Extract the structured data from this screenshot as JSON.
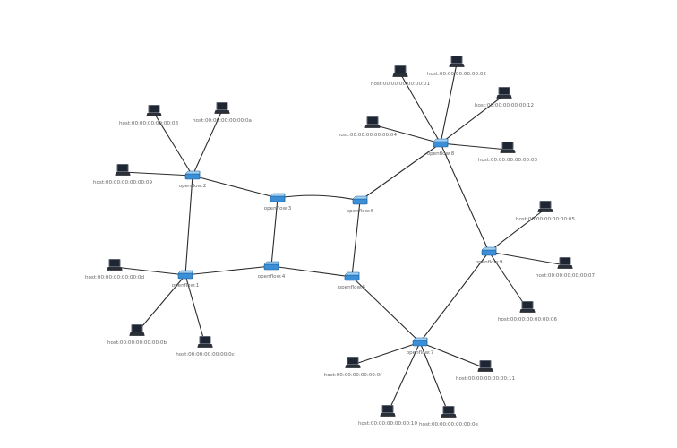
{
  "colors": {
    "link": "#2b2b2b",
    "label": "#666666",
    "switch_top": "#9fd0f3",
    "switch_body": "#3b8fd6",
    "switch_edge": "#1d5f99",
    "host_screen": "#1f2633",
    "host_bezel": "#5d6370",
    "host_base": "#2a2f38"
  },
  "switches": [
    {
      "id": "s2",
      "label": "openflow:2",
      "icon": "switch-icon"
    },
    {
      "id": "s3",
      "label": "openflow:3",
      "icon": "switch-icon"
    },
    {
      "id": "s1",
      "label": "openflow:1",
      "icon": "switch-icon"
    },
    {
      "id": "s4",
      "label": "openflow:4",
      "icon": "switch-icon"
    },
    {
      "id": "s5",
      "label": "openflow:5",
      "icon": "switch-icon"
    },
    {
      "id": "s6",
      "label": "openflow:6",
      "icon": "switch-icon"
    },
    {
      "id": "s7",
      "label": "openflow:7",
      "icon": "switch-icon"
    },
    {
      "id": "s8",
      "label": "openflow:8",
      "icon": "switch-icon"
    },
    {
      "id": "s9",
      "label": "openflow:9",
      "icon": "switch-icon"
    }
  ],
  "hosts": [
    {
      "id": "h08",
      "label": "host:00:00:00:00:00:08",
      "icon": "laptop-icon"
    },
    {
      "id": "h0a",
      "label": "host:00:00:00:00:00:0a",
      "icon": "laptop-icon"
    },
    {
      "id": "h09",
      "label": "host:00:00:00:00:00:09",
      "icon": "laptop-icon"
    },
    {
      "id": "h0d",
      "label": "host:00:00:00:00:00:0d",
      "icon": "laptop-icon"
    },
    {
      "id": "h0b",
      "label": "host:00:00:00:00:00:0b",
      "icon": "laptop-icon"
    },
    {
      "id": "h0c",
      "label": "host:00:00:00:00:00:0c",
      "icon": "laptop-icon"
    },
    {
      "id": "h01",
      "label": "host:00:00:00:00:00:01",
      "icon": "laptop-icon"
    },
    {
      "id": "h02",
      "label": "host:00:00:00:00:00:02",
      "icon": "laptop-icon"
    },
    {
      "id": "h12",
      "label": "host:00:00:00:00:00:12",
      "icon": "laptop-icon"
    },
    {
      "id": "h04",
      "label": "host:00:00:00:00:00:04",
      "icon": "laptop-icon"
    },
    {
      "id": "h03",
      "label": "host:00:00:00:00:00:03",
      "icon": "laptop-icon"
    },
    {
      "id": "h05",
      "label": "host:00:00:00:00:00:05",
      "icon": "laptop-icon"
    },
    {
      "id": "h07",
      "label": "host:00:00:00:00:00:07",
      "icon": "laptop-icon"
    },
    {
      "id": "h06",
      "label": "host:00:00:00:00:00:06",
      "icon": "laptop-icon"
    },
    {
      "id": "h0f",
      "label": "host:00:00:00:00:00:0f",
      "icon": "laptop-icon"
    },
    {
      "id": "h11",
      "label": "host:00:00:00:00:00:11",
      "icon": "laptop-icon"
    },
    {
      "id": "h10",
      "label": "host:00:00:00:00:00:10",
      "icon": "laptop-icon"
    },
    {
      "id": "h0e",
      "label": "host:00:00:00:00:00:0e",
      "icon": "laptop-icon"
    }
  ],
  "links": [
    [
      "s2",
      "s3"
    ],
    [
      "s2",
      "s1"
    ],
    [
      "s3",
      "s4"
    ],
    [
      "s3",
      "s6"
    ],
    [
      "s1",
      "s4"
    ],
    [
      "s4",
      "s5"
    ],
    [
      "s6",
      "s5"
    ],
    [
      "s6",
      "s8"
    ],
    [
      "s5",
      "s7"
    ],
    [
      "s7",
      "s9"
    ],
    [
      "s8",
      "s9"
    ],
    [
      "s2",
      "h08"
    ],
    [
      "s2",
      "h0a"
    ],
    [
      "s2",
      "h09"
    ],
    [
      "s1",
      "h0d"
    ],
    [
      "s1",
      "h0b"
    ],
    [
      "s1",
      "h0c"
    ],
    [
      "s8",
      "h01"
    ],
    [
      "s8",
      "h02"
    ],
    [
      "s8",
      "h12"
    ],
    [
      "s8",
      "h04"
    ],
    [
      "s8",
      "h03"
    ],
    [
      "s9",
      "h05"
    ],
    [
      "s9",
      "h07"
    ],
    [
      "s9",
      "h06"
    ],
    [
      "s7",
      "h0f"
    ],
    [
      "s7",
      "h11"
    ],
    [
      "s7",
      "h10"
    ],
    [
      "s7",
      "h0e"
    ]
  ]
}
